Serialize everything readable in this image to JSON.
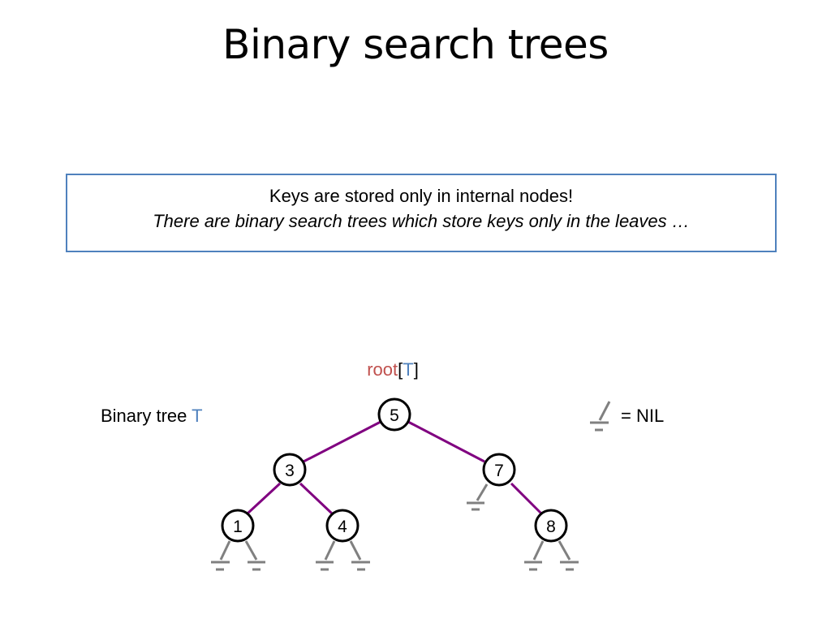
{
  "slide": {
    "title": "Binary search trees"
  },
  "note": {
    "line1": "Keys are stored only in internal nodes!",
    "line2": "There are binary search trees which store keys only in the leaves …"
  },
  "diagram": {
    "tree_label": "Binary tree ",
    "tree_label_var": "T",
    "root_label_func": "root",
    "root_label_open": "[",
    "root_label_var": "T",
    "root_label_close": "]",
    "nil_legend": "= NIL",
    "nodes": [
      {
        "id": "n5",
        "key": "5"
      },
      {
        "id": "n3",
        "key": "3"
      },
      {
        "id": "n7",
        "key": "7"
      },
      {
        "id": "n1",
        "key": "1"
      },
      {
        "id": "n4",
        "key": "4"
      },
      {
        "id": "n8",
        "key": "8"
      }
    ],
    "colors": {
      "edge": "#800080",
      "nil": "#808080",
      "root_func": "#c0504d",
      "var_blue": "#4f81bd",
      "box_border": "#4f81bd"
    }
  }
}
